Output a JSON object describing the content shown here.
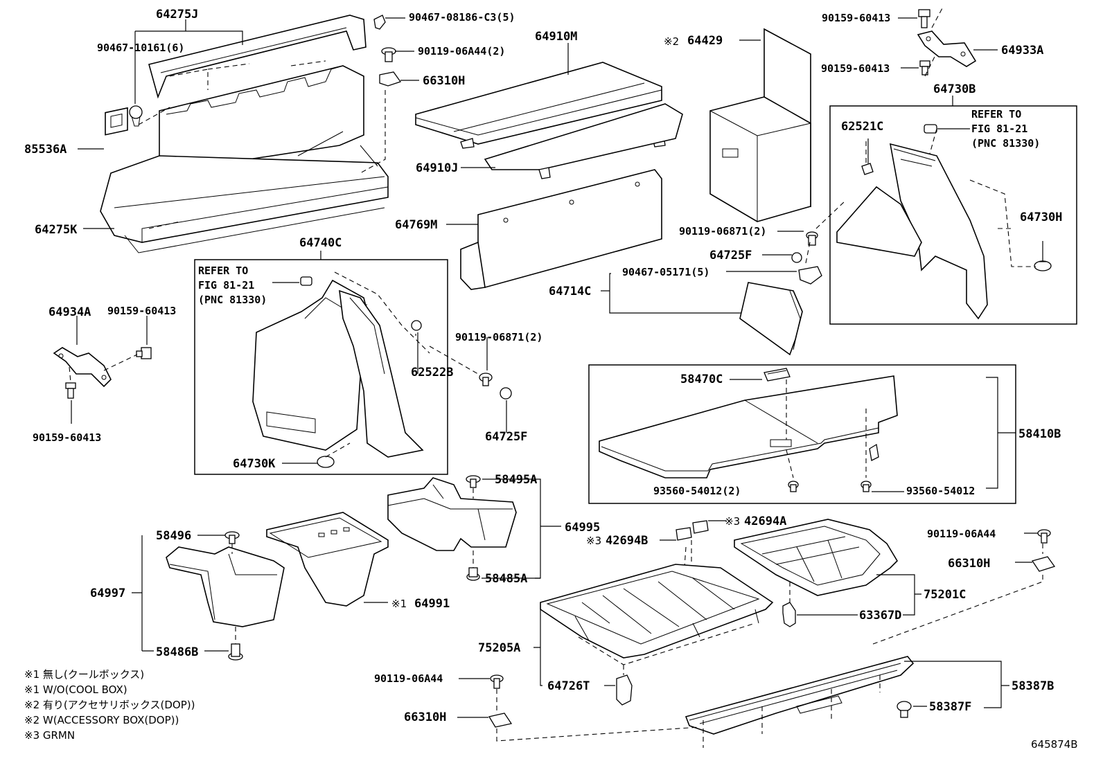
{
  "figure_id": "645874B",
  "refer_to": {
    "line1": "REFER TO",
    "line2": "FIG 81-21",
    "line3": "(PNC 81330)"
  },
  "labels": {
    "p64275J": "64275J",
    "p90467_10161": "90467-10161(6)",
    "p90467_08186": "90467-08186-C3(5)",
    "p90119_06A44_2": "90119-06A44(2)",
    "p66310H_top": "66310H",
    "p85536A": "85536A",
    "p64275K": "64275K",
    "p64910M": "64910M",
    "p64910J": "64910J",
    "p64769M": "64769M",
    "p64429": "64429",
    "p90159_60413_a": "90159-60413",
    "p90159_60413_b": "90159-60413",
    "p64933A": "64933A",
    "p64730B": "64730B",
    "p62521C": "62521C",
    "p64730H": "64730H",
    "p90119_06871_a": "90119-06871(2)",
    "p64725F_a": "64725F",
    "p90467_05171": "90467-05171(5)",
    "p64714C": "64714C",
    "p64740C": "64740C",
    "p64934A": "64934A",
    "p90159_60413_c": "90159-60413",
    "p90159_60413_d": "90159-60413",
    "p62522B": "62522B",
    "p90119_06871_b": "90119-06871(2)",
    "p64725F_b": "64725F",
    "p64730K": "64730K",
    "p58470C": "58470C",
    "p58410B": "58410B",
    "p93560_54012_2": "93560-54012(2)",
    "p93560_54012": "93560-54012",
    "p58495A": "58495A",
    "p64995": "64995",
    "p58485A": "58485A",
    "p58496": "58496",
    "p64997": "64997",
    "p64991": "64991",
    "p58486B": "58486B",
    "p42694A": "42694A",
    "p42694B": "42694B",
    "p90119_06A44_r": "90119-06A44",
    "p66310H_r": "66310H",
    "p75201C": "75201C",
    "p63367D": "63367D",
    "p75205A": "75205A",
    "p90119_06A44_b": "90119-06A44",
    "p64726T": "64726T",
    "p66310H_b": "66310H",
    "p58387B": "58387B",
    "p58387F": "58387F"
  },
  "marks": {
    "m1": "※1",
    "m2": "※2",
    "m3": "※3"
  },
  "legend": [
    "※1 無し(クールボックス)",
    "※1 W/O(COOL BOX)",
    "※2 有り(アクセサリボックス(DOP))",
    "※2 W(ACCESSORY BOX(DOP))",
    "※3 GRMN"
  ]
}
